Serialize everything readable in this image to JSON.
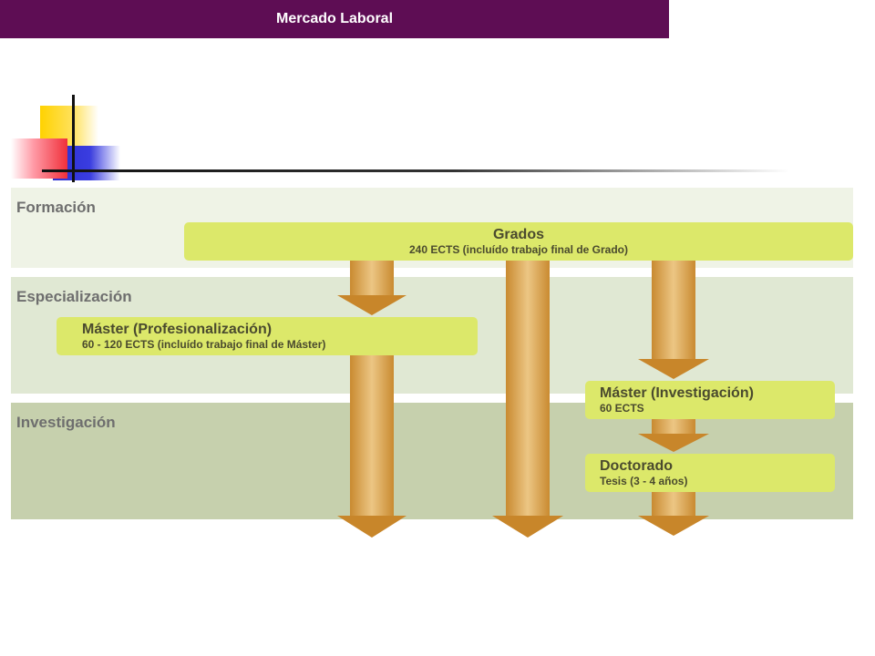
{
  "diagram": {
    "bands": [
      {
        "label": "Formación"
      },
      {
        "label": "Especialización"
      },
      {
        "label": "Investigación"
      }
    ],
    "grados": {
      "title": "Grados",
      "subtitle": "240 ECTS (incluído trabajo final de Grado)"
    },
    "master_profesionalizacion": {
      "title": "Máster (Profesionalización)",
      "subtitle": "60 - 120 ECTS (incluído trabajo final de Máster)"
    },
    "master_investigacion": {
      "title": "Máster (Investigación)",
      "subtitle": "60 ECTS"
    },
    "doctorado": {
      "title": "Doctorado",
      "subtitle": "Tesis (3 - 4 años)"
    },
    "mercado_laboral": {
      "label": "Mercado Laboral"
    }
  },
  "colors": {
    "box_fill": "#dce86a",
    "mercado_fill": "#5e0d54",
    "arrow_light": "#e8b86a",
    "arrow_dark": "#c8862a"
  }
}
